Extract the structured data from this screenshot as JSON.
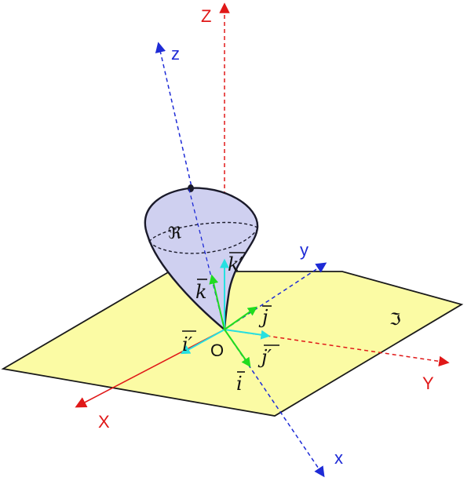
{
  "colors": {
    "plane_fill": "#fbfba4",
    "plane_stroke": "#1a1a1a",
    "body_fill": "#cfd0f0",
    "body_stroke": "#1a1a2a",
    "fixed_axis": "#e01818",
    "body_axis": "#1e2bd6",
    "unit_fixed": "#26e0e0",
    "unit_body": "#1fdc1f",
    "text": "#111111"
  },
  "labels": {
    "axis_X": "X",
    "axis_Y": "Y",
    "axis_Z": "Z",
    "axis_x": "x",
    "axis_y": "y",
    "axis_z": "z",
    "origin": "O",
    "body": "ℜ",
    "plane": "ℑ",
    "vec_i": "i",
    "vec_j": "j",
    "vec_k": "k",
    "vec_i_prime": "i′",
    "vec_j_prime": "j′",
    "vec_k_prime": "k′"
  }
}
